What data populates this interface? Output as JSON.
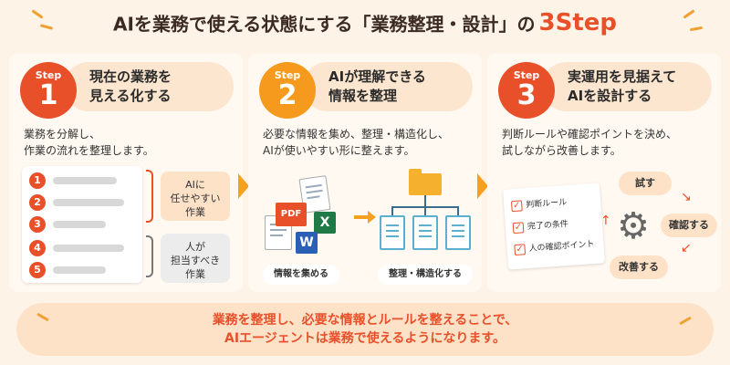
{
  "title": {
    "main": "AIを業務で使える状態にする「業務整理・設計」の",
    "accent": "3Step"
  },
  "steps": [
    {
      "step_label": "Step",
      "number": "1",
      "heading_line1": "現在の業務を",
      "heading_line2": "見える化する",
      "desc_line1": "業務を分解し、",
      "desc_line2": "作業の流れを整理します。",
      "list_numbers": [
        "1",
        "2",
        "3",
        "4",
        "5"
      ],
      "ai_tag_line1": "AIに",
      "ai_tag_line2": "任せやすい",
      "ai_tag_line3": "作業",
      "human_tag_line1": "人が",
      "human_tag_line2": "担当すべき",
      "human_tag_line3": "作業"
    },
    {
      "step_label": "Step",
      "number": "2",
      "heading_line1": "AIが理解できる",
      "heading_line2": "情報を整理",
      "desc_line1": "必要な情報を集め、整理・構造化し、",
      "desc_line2": "AIが使いやすい形に整えます。",
      "pdf_label": "PDF",
      "excel_label": "X",
      "word_label": "W",
      "collect_label": "情報を集める",
      "structure_label": "整理・構造化する"
    },
    {
      "step_label": "Step",
      "number": "3",
      "heading_line1": "実運用を見据えて",
      "heading_line2": "AIを設計する",
      "desc_line1": "判断ルールや確認ポイントを決め、",
      "desc_line2": "試しながら改善します。",
      "checklist": [
        "判断ルール",
        "完了の条件",
        "人の確認ポイント"
      ],
      "cycle": [
        "試す",
        "確認する",
        "改善する"
      ]
    }
  ],
  "bottom": {
    "line1": "業務を整理し、必要な情報とルールを整えることで、",
    "line2": "AIエージェントは業務で使えるようになります。"
  },
  "colors": {
    "accent": "#e8502a",
    "orange": "#f59a1c",
    "background": "#fdf3e7"
  }
}
